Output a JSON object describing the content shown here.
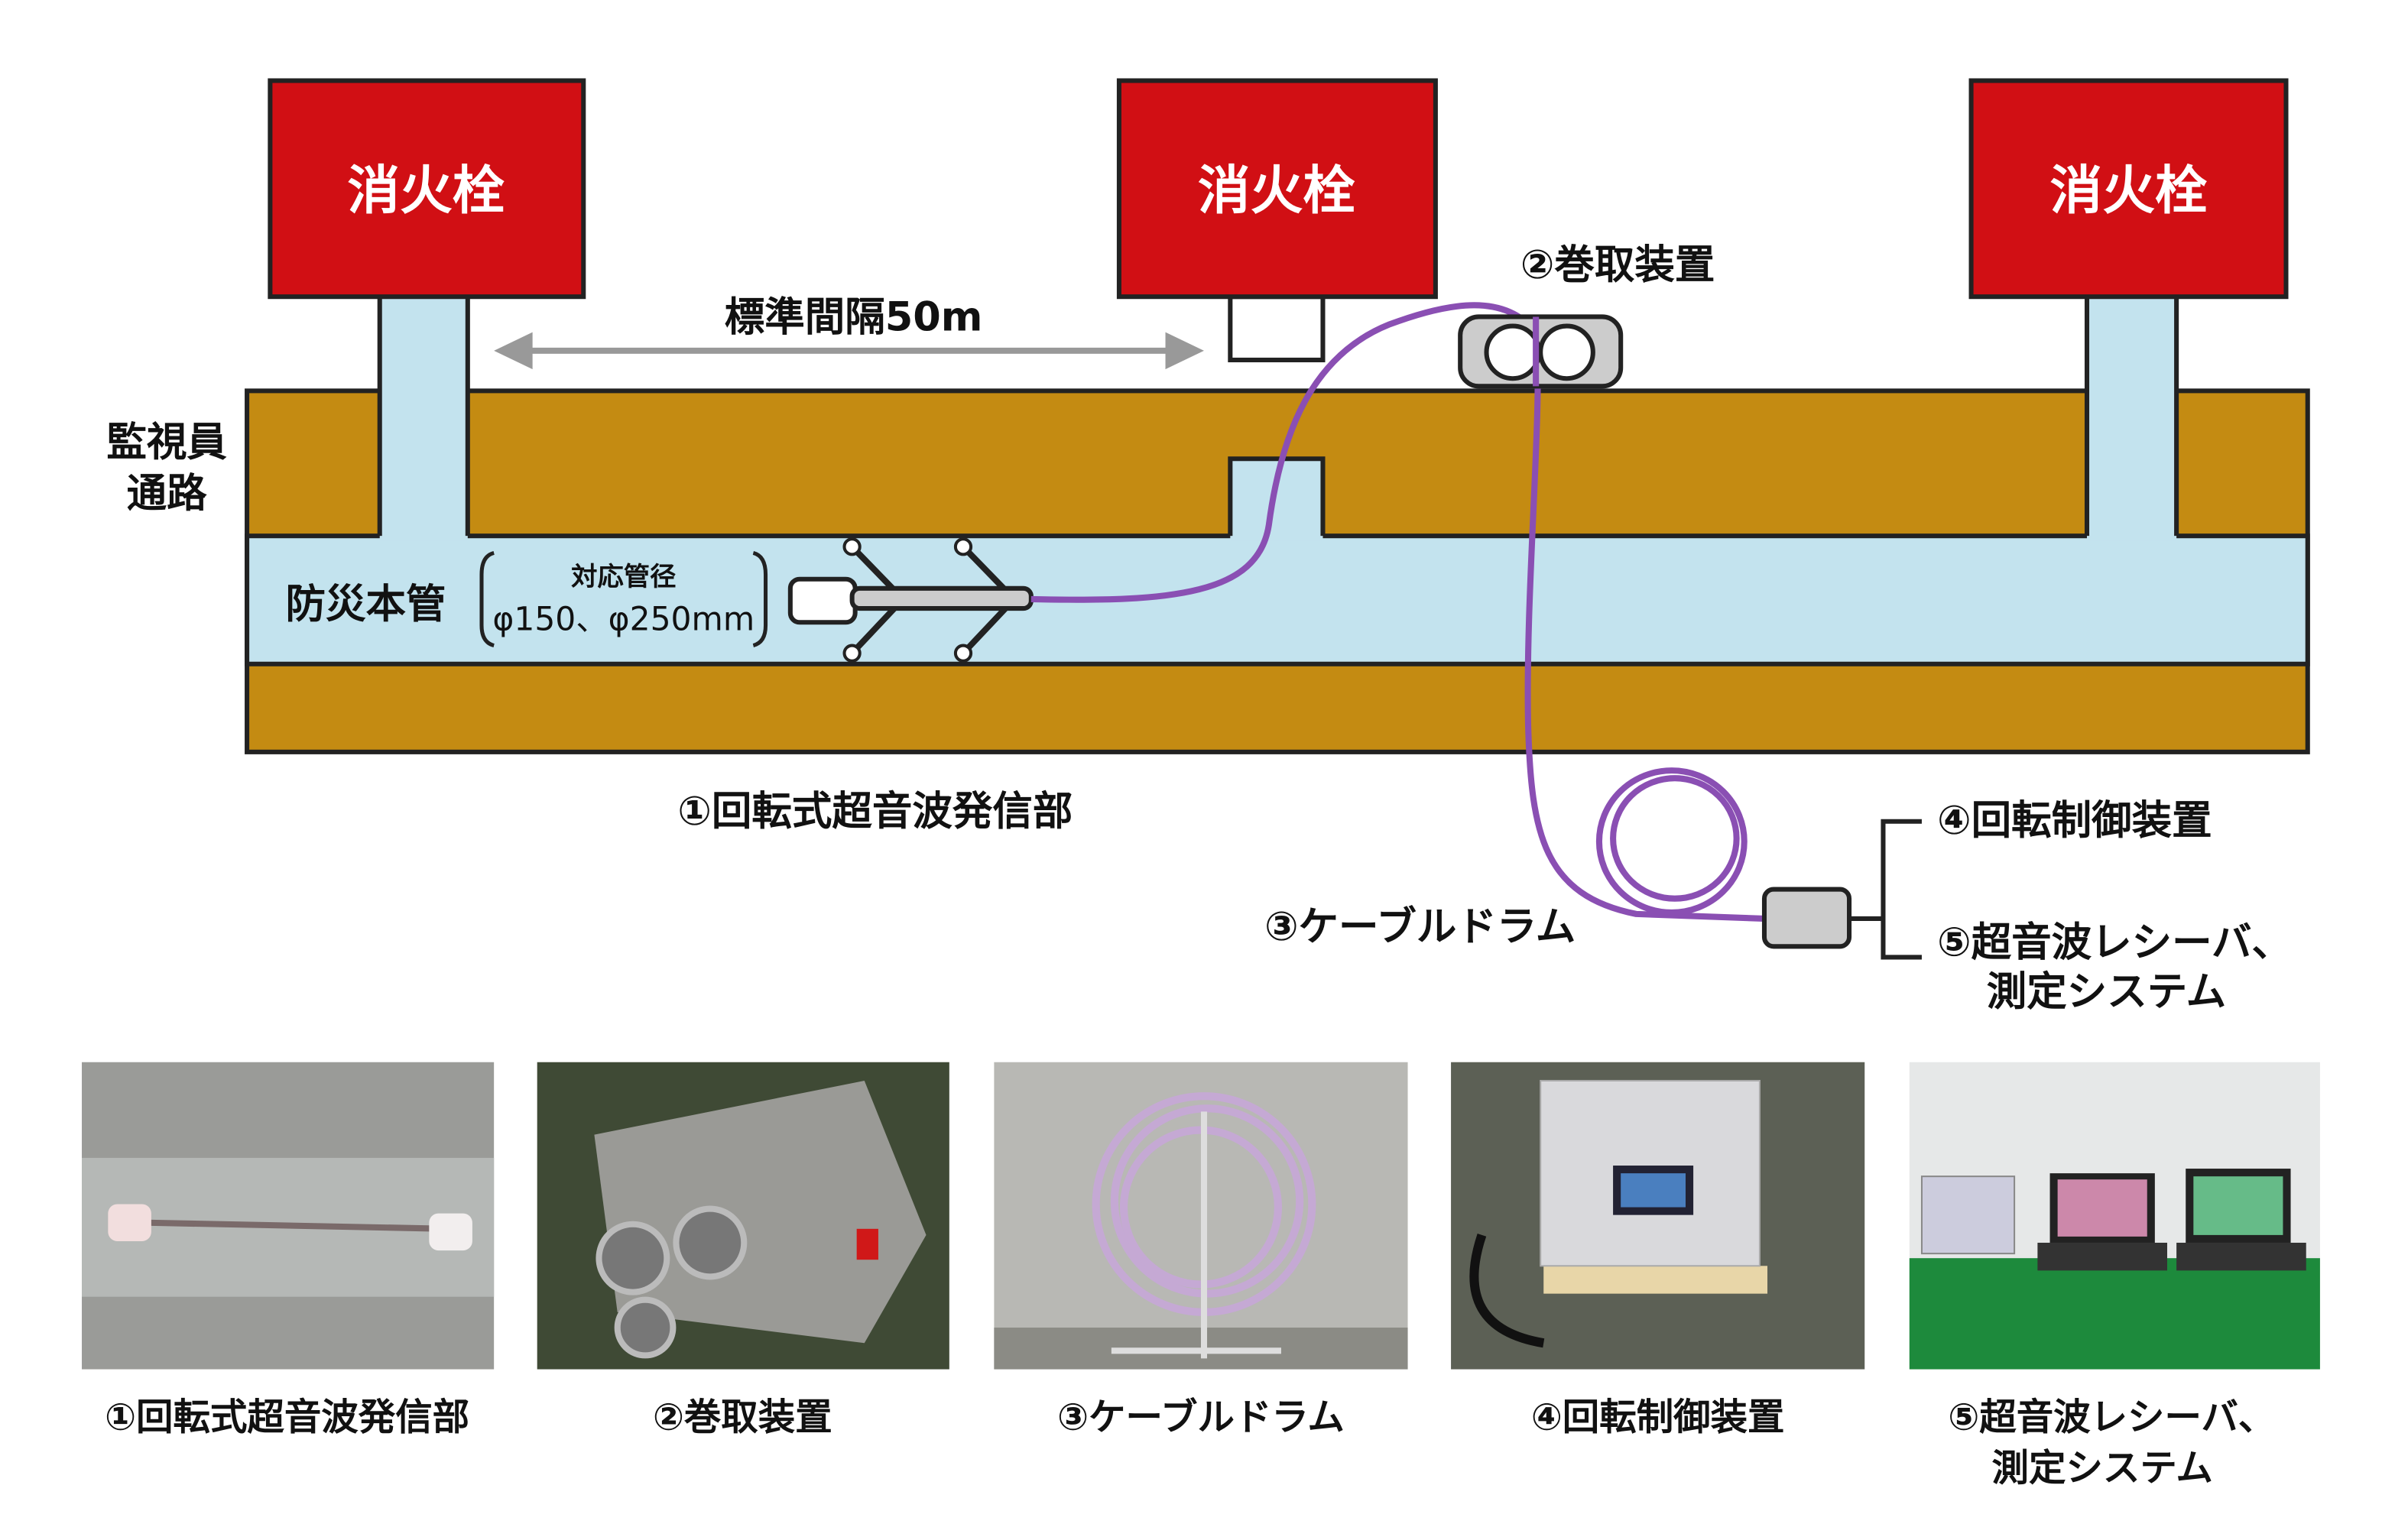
{
  "hydrants": [
    "消火栓",
    "消火栓",
    "消火栓"
  ],
  "spacing_label": "標準間隔50m",
  "walkway_label": [
    "監視員",
    "通路"
  ],
  "main_pipe_label": "防災本管",
  "pipe_diameter": {
    "title": "対応管径",
    "values": "φ150、φ250mm"
  },
  "labels": {
    "transmitter": "①回転式超音波発信部",
    "winder": "②巻取装置",
    "drum": "③ケーブルドラム",
    "controller": "④回転制御装置",
    "receiver_line1": "⑤超音波レシーバ、",
    "receiver_line2": "測定システム"
  },
  "photo_captions": [
    [
      "①回転式超音波発信部"
    ],
    [
      "②巻取装置"
    ],
    [
      "③ケーブルドラム"
    ],
    [
      "④回転制御装置"
    ],
    [
      "⑤超音波レシーバ、",
      "測定システム"
    ]
  ],
  "colors": {
    "hydrant": "#d10f14",
    "ground": "#c48b12",
    "pipe": "#c3e3ee",
    "cable": "#8a4fb3"
  }
}
